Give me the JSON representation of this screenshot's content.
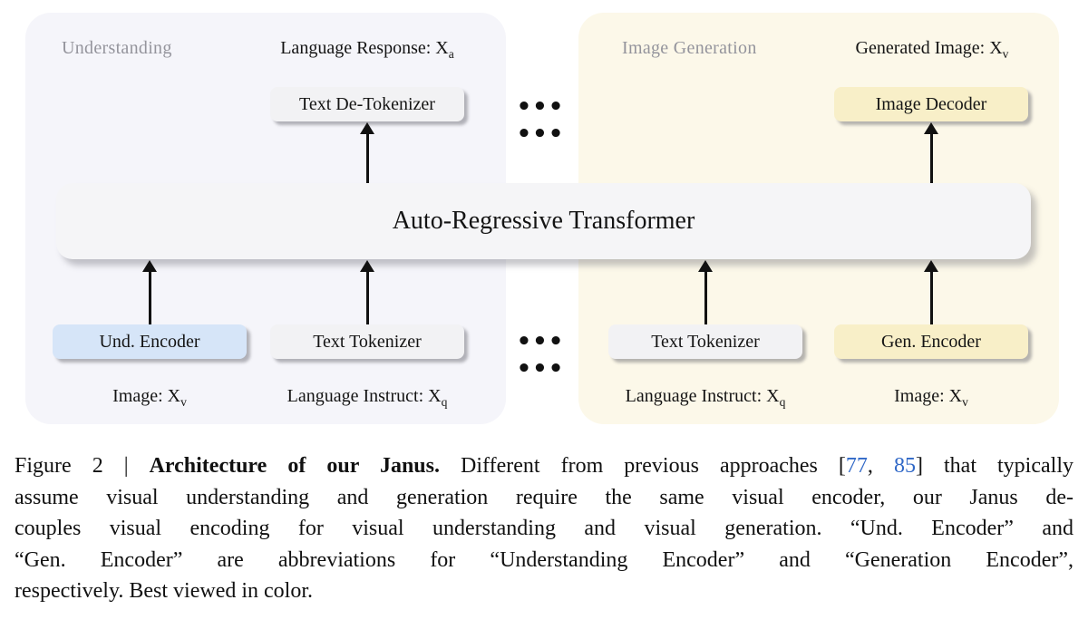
{
  "diagram": {
    "understanding": {
      "title": "Understanding",
      "output": {
        "text": "Language Response: X",
        "sub": "a"
      },
      "detokenizer_box": "Text De-Tokenizer",
      "encoder_box": "Und. Encoder",
      "tokenizer_box": "Text Tokenizer",
      "encoder_input": {
        "text": "Image: X",
        "sub": "v"
      },
      "tokenizer_input": {
        "text": "Language Instruct: X",
        "sub": "q"
      }
    },
    "generation": {
      "title": "Image Generation",
      "output": {
        "text": "Generated Image: X",
        "sub": "v"
      },
      "decoder_box": "Image Decoder",
      "tokenizer_box": "Text Tokenizer",
      "encoder_box": "Gen. Encoder",
      "tokenizer_input": {
        "text": "Language Instruct: X",
        "sub": "q"
      },
      "encoder_input": {
        "text": "Image: X",
        "sub": "v"
      }
    },
    "transformer": "Auto-Regressive Transformer",
    "ellipsis": "••• •••"
  },
  "caption": {
    "line1": {
      "prefix": "Figure 2 | ",
      "bold": "Architecture of our Janus.",
      "mid": " Different from previous approaches [",
      "cite1": "77",
      "sep": ", ",
      "cite2": "85",
      "tail": "] that typically"
    },
    "line2": "assume visual understanding and generation require the same visual encoder, our Janus de-",
    "line3": "couples visual encoding for visual understanding and visual generation. “Und. Encoder” and",
    "line4": "“Gen. Encoder” are abbreviations for “Understanding Encoder” and “Generation Encoder”,",
    "line5": "respectively. Best viewed in color."
  },
  "colors": {
    "understanding_panel": "#f5f5fa",
    "generation_panel": "#fcf8e9",
    "neutral_box": "#f2f2f4",
    "understanding_box": "#d6e5f8",
    "generation_box": "#f8efc8",
    "panel_title_gray": "#94949c",
    "citation_blue": "#3068c7"
  }
}
